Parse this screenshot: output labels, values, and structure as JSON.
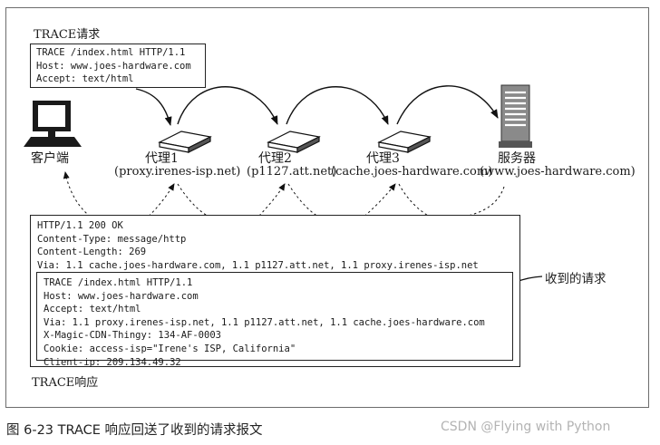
{
  "request_title": "TRACE请求",
  "request_lines": [
    "TRACE /index.html HTTP/1.1",
    "Host: www.joes-hardware.com",
    "Accept: text/html"
  ],
  "nodes": {
    "client": {
      "label": "客户端"
    },
    "proxy1": {
      "label": "代理1",
      "host": "(proxy.irenes-isp.net)"
    },
    "proxy2": {
      "label": "代理2",
      "host": "(p1127.att.net)"
    },
    "proxy3": {
      "label": "代理3",
      "host": "(cache.joes-hardware.com)"
    },
    "server": {
      "label": "服务器",
      "host": "(www.joes-hardware.com)"
    }
  },
  "response_header_lines": [
    "HTTP/1.1 200 OK",
    "Content-Type: message/http",
    "Content-Length: 269",
    "Via: 1.1 cache.joes-hardware.com, 1.1 p1127.att.net, 1.1 proxy.irenes-isp.net"
  ],
  "received_request_lines": [
    "TRACE /index.html HTTP/1.1",
    "Host: www.joes-hardware.com",
    "Accept: text/html",
    "Via: 1.1 proxy.irenes-isp.net, 1.1 p1127.att.net, 1.1 cache.joes-hardware.com",
    "X-Magic-CDN-Thingy: 134-AF-0003",
    "Cookie: access-isp=\"Irene's ISP, California\"",
    "Client-ip: 209.134.49.32"
  ],
  "received_label": "收到的请求",
  "response_title": "TRACE响应",
  "caption": "图 6-23   TRACE 响应回送了收到的请求报文",
  "watermark": "CSDN @Flying with Python"
}
